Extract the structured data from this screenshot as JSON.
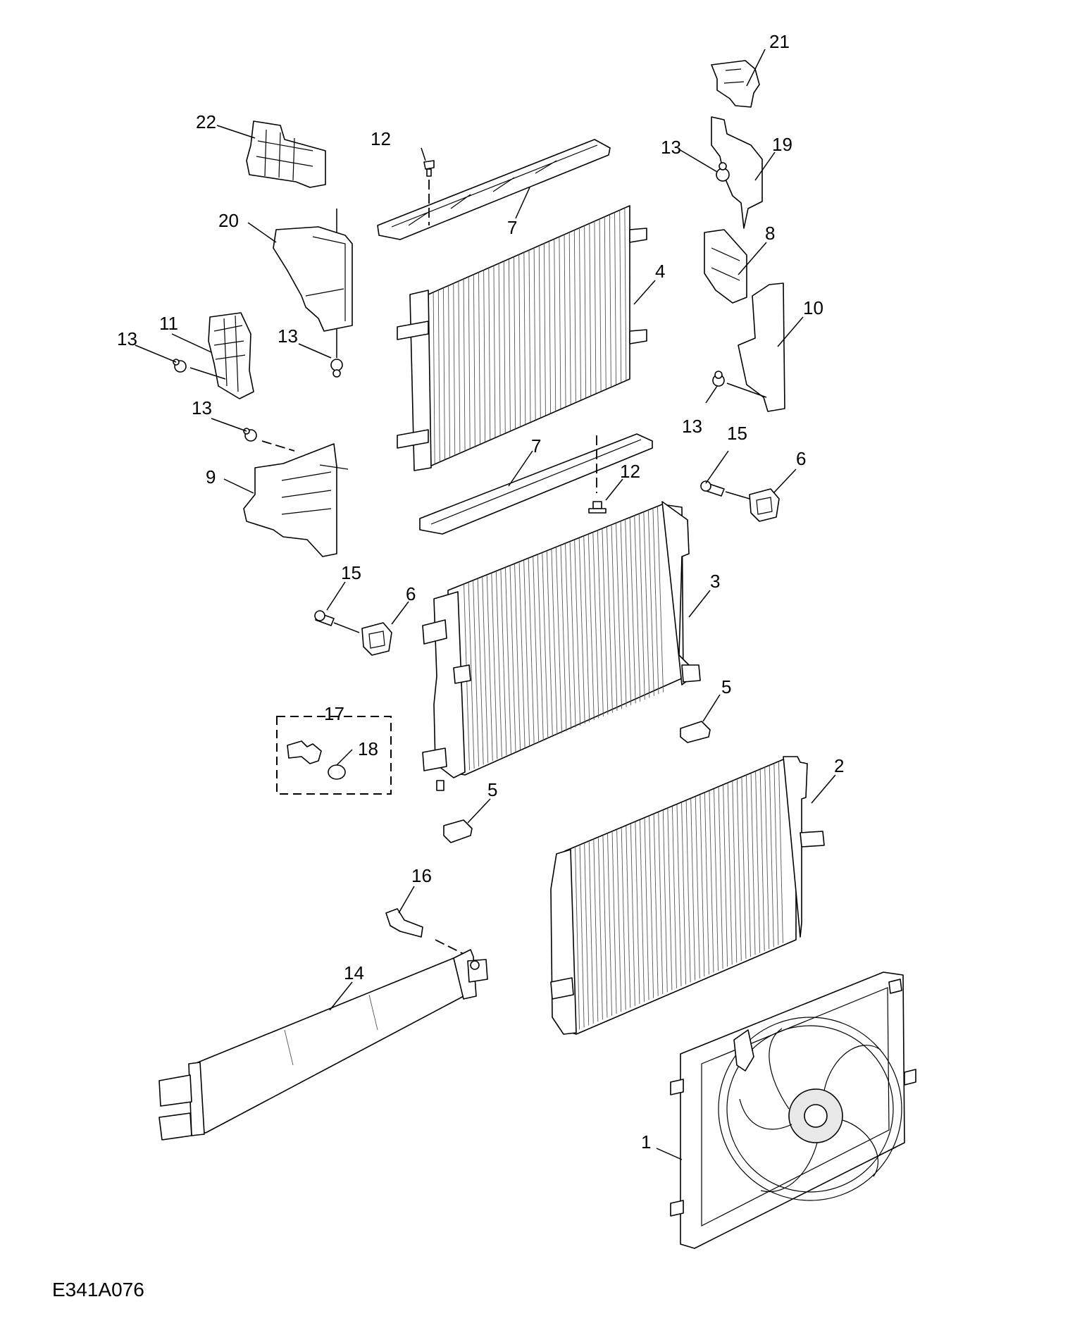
{
  "diagram": {
    "figure_reference": "E341A076",
    "style": {
      "line_color": "#000000",
      "background": "#ffffff",
      "shade": "#e8e8e8"
    },
    "callouts": [
      {
        "id": "c1",
        "label": "1"
      },
      {
        "id": "c2",
        "label": "2"
      },
      {
        "id": "c3",
        "label": "3"
      },
      {
        "id": "c4",
        "label": "4"
      },
      {
        "id": "c5a",
        "label": "5"
      },
      {
        "id": "c5b",
        "label": "5"
      },
      {
        "id": "c6a",
        "label": "6"
      },
      {
        "id": "c6b",
        "label": "6"
      },
      {
        "id": "c7a",
        "label": "7"
      },
      {
        "id": "c7b",
        "label": "7"
      },
      {
        "id": "c8",
        "label": "8"
      },
      {
        "id": "c9",
        "label": "9"
      },
      {
        "id": "c10",
        "label": "10"
      },
      {
        "id": "c11",
        "label": "11"
      },
      {
        "id": "c12a",
        "label": "12"
      },
      {
        "id": "c12b",
        "label": "12"
      },
      {
        "id": "c13a",
        "label": "13"
      },
      {
        "id": "c13b",
        "label": "13"
      },
      {
        "id": "c13c",
        "label": "13"
      },
      {
        "id": "c13d",
        "label": "13"
      },
      {
        "id": "c13e",
        "label": "13"
      },
      {
        "id": "c14",
        "label": "14"
      },
      {
        "id": "c15a",
        "label": "15"
      },
      {
        "id": "c15b",
        "label": "15"
      },
      {
        "id": "c16",
        "label": "16"
      },
      {
        "id": "c17",
        "label": "17"
      },
      {
        "id": "c18",
        "label": "18"
      },
      {
        "id": "c19",
        "label": "19"
      },
      {
        "id": "c20",
        "label": "20"
      },
      {
        "id": "c21",
        "label": "21"
      },
      {
        "id": "c22",
        "label": "22"
      }
    ]
  }
}
